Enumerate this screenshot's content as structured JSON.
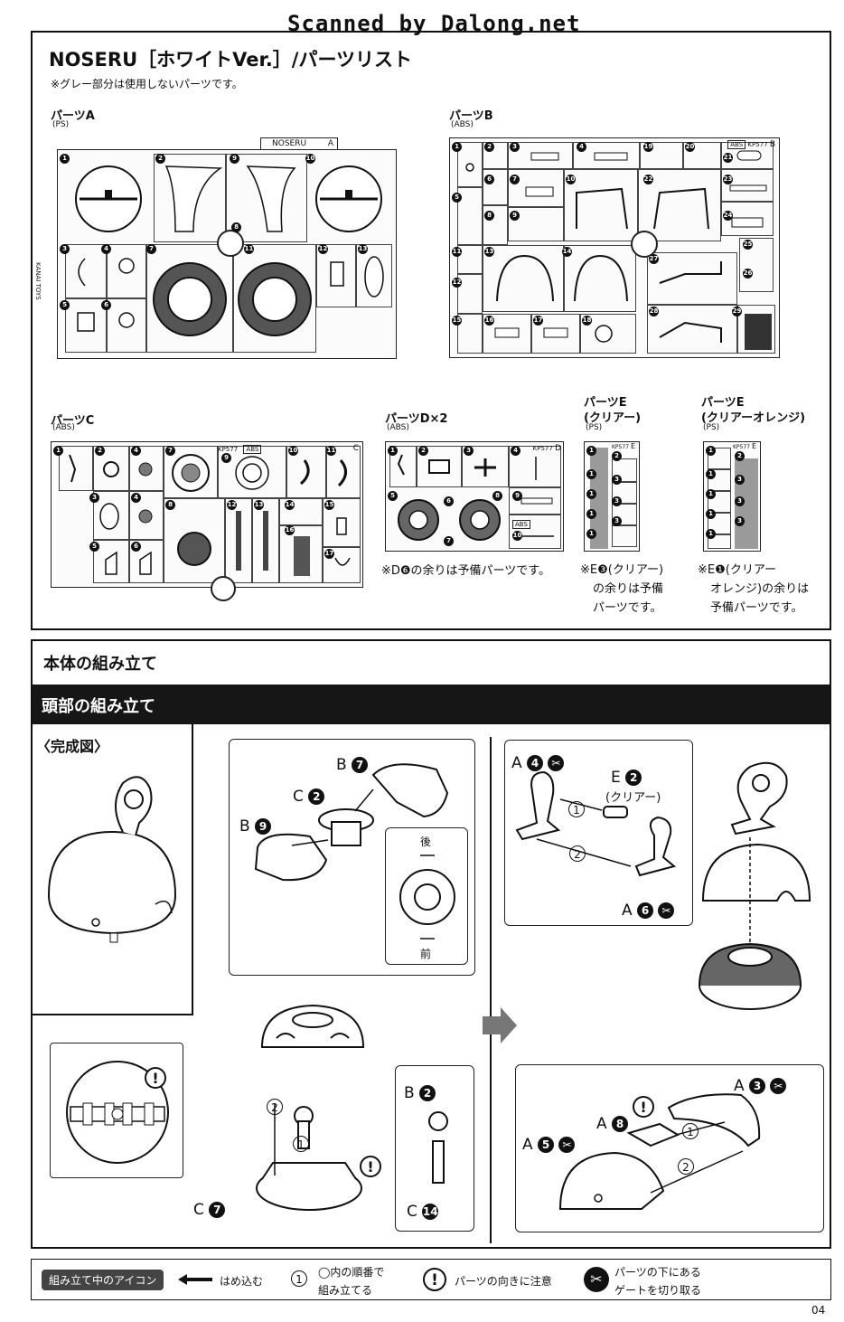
{
  "header": {
    "scan_credit": "Scanned by Dalong.net"
  },
  "parts_list": {
    "title": "NOSERU［ホワイトVer.］/パーツリスト",
    "note": "※グレー部分は使用しないパーツです。",
    "A": {
      "label": "パーツA",
      "material": "(PS)",
      "sprue_tag": "NOSERU",
      "sprue_letter": "A",
      "side_text": "KANAI TOYS"
    },
    "B": {
      "label": "パーツB",
      "material": "(ABS)",
      "code": "KP577",
      "abs": "ABS",
      "letter": "B"
    },
    "C": {
      "label": "パーツC",
      "material": "(ABS)",
      "code": "KP577",
      "abs": "ABS",
      "letter": "C"
    },
    "D": {
      "label": "パーツD×2",
      "material": "(ABS)",
      "code": "KP577",
      "abs": "ABS",
      "letter": "D",
      "note": "※D❻の余りは予備パーツです。"
    },
    "E1": {
      "label": "パーツE",
      "label2": "(クリアー)",
      "material": "(PS)",
      "code": "KP577",
      "letter": "E",
      "note": [
        "※E❸(クリアー)",
        "の余りは予備",
        "パーツです。"
      ]
    },
    "E2": {
      "label": "パーツE",
      "label2": "(クリアーオレンジ)",
      "material": "(PS)",
      "code": "KP577",
      "letter": "E",
      "note": [
        "※E❶(クリアー",
        "オレンジ)の余りは",
        "予備パーツです。"
      ]
    }
  },
  "assembly": {
    "section": "本体の組み立て",
    "subsection": "頭部の組み立て",
    "completed": "〈完成図〉",
    "labels": {
      "b7": "B",
      "b7n": "7",
      "c2": "C",
      "c2n": "2",
      "b9": "B",
      "b9n": "9",
      "back": "後",
      "front": "前",
      "a4": "A",
      "a4n": "4",
      "e2": "E",
      "e2n": "2",
      "clear": "(クリアー)",
      "a6": "A",
      "a6n": "6",
      "step1": "1",
      "step2": "2",
      "c7": "C",
      "c7n": "7",
      "b2": "B",
      "b2n": "2",
      "c14": "C",
      "c14n": "14",
      "a3": "A",
      "a3n": "3",
      "a8": "A",
      "a8n": "8",
      "a5": "A",
      "a5n": "5"
    }
  },
  "legend": {
    "title": "組み立て中のアイコン",
    "press": "はめ込む",
    "order_line1": "◯内の順番で",
    "order_line2": "組み立てる",
    "orient": "パーツの向きに注意",
    "gate_line1": "パーツの下にある",
    "gate_line2": "ゲートを切り取る",
    "order_icon": "1",
    "orient_icon": "!"
  },
  "page_number": "04"
}
